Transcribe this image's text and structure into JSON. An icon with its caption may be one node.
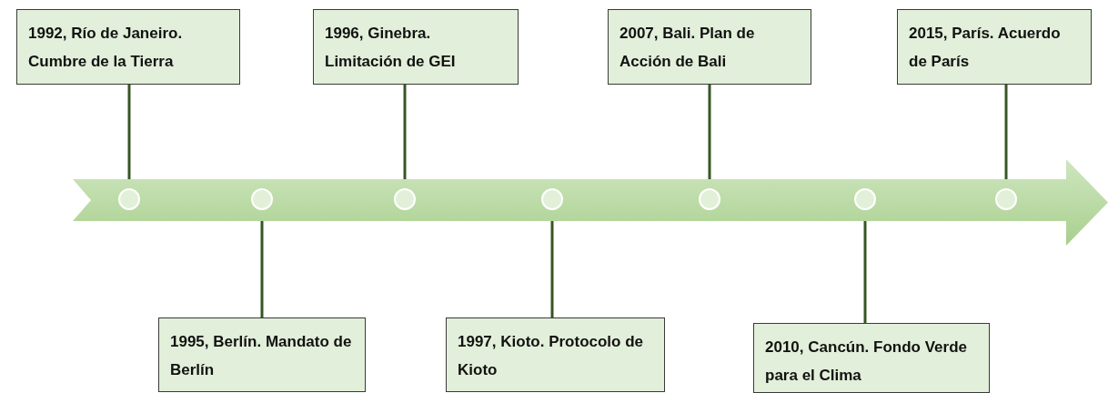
{
  "diagram": {
    "nodes": [
      {
        "text": [],
        "shape": "arrow"
      },
      {
        "text": [],
        "shape": "circle",
        "in": 0
      },
      {
        "text": [],
        "shape": "circle",
        "in": 0
      },
      {
        "text": [],
        "shape": "circle",
        "in": 0
      },
      {
        "text": [],
        "shape": "circle",
        "in": 0
      },
      {
        "text": [],
        "shape": "circle",
        "in": 0
      },
      {
        "text": [],
        "shape": "circle",
        "in": 0
      },
      {
        "text": [],
        "shape": "circle",
        "in": 0
      },
      {
        "text": [
          "1992, Río de Janeiro. Cumbre de la Tierra"
        ]
      },
      {
        "text": [
          "1995, Berlín. Mandato de Berlín"
        ]
      },
      {
        "text": [
          "1996, Ginebra. Limitación de GEI"
        ]
      },
      {
        "text": [
          "1997, Kioto. Protocolo de Kioto"
        ]
      },
      {
        "text": [
          "2007, Bali. Plan de Acción de Bali"
        ]
      },
      {
        "text": [
          "2010, Cancún. Fondo Verde para el Clima"
        ]
      },
      {
        "text": [
          "2015, París. Acuerdo de París"
        ]
      }
    ],
    "edges": [
      {
        "from": 8,
        "to": 1,
        "arrow": "none"
      },
      {
        "from": 9,
        "to": 2,
        "arrow": "none"
      },
      {
        "from": 10,
        "to": 3,
        "arrow": "none"
      },
      {
        "from": 11,
        "to": 4,
        "arrow": "none"
      },
      {
        "from": 12,
        "to": 5,
        "arrow": "none"
      },
      {
        "from": 13,
        "to": 6,
        "arrow": "none"
      },
      {
        "from": 14,
        "to": 7,
        "arrow": "none"
      }
    ]
  }
}
